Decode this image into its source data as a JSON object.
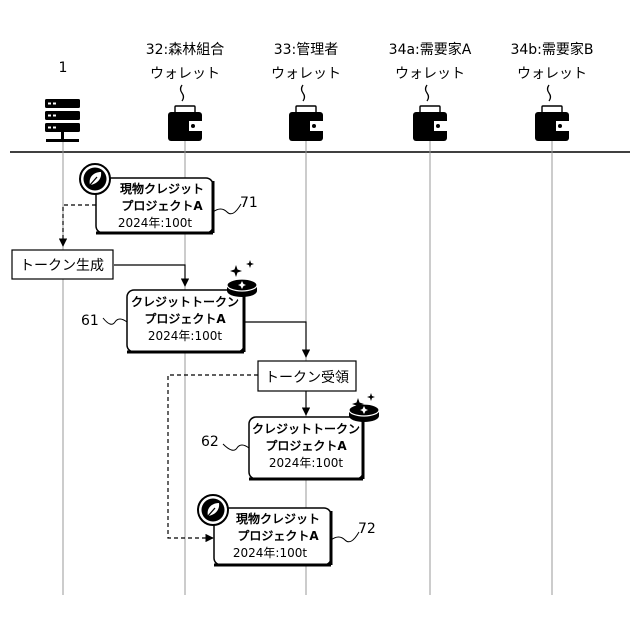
{
  "lanes": [
    {
      "id": "1",
      "name": "",
      "icon": "server-icon"
    },
    {
      "id": "32",
      "name": "32:森林組合",
      "sub": "ウォレット",
      "icon": "wallet-icon"
    },
    {
      "id": "33",
      "name": "33:管理者",
      "sub": "ウォレット",
      "icon": "wallet-icon"
    },
    {
      "id": "34a",
      "name": "34a:需要家A",
      "sub": "ウォレット",
      "icon": "wallet-icon"
    },
    {
      "id": "34b",
      "name": "34b:需要家B",
      "sub": "ウォレット",
      "icon": "wallet-icon"
    }
  ],
  "server_label": "1",
  "cards": {
    "c71": {
      "line1": "現物クレジット",
      "line2": "プロジェクトA",
      "line3": "2024年:100t",
      "ref": "71",
      "icon": "leaf-icon"
    },
    "c61": {
      "line1": "クレジットトークン",
      "line2": "プロジェクトA",
      "line3": "2024年:100t",
      "ref": "61",
      "icon": "coin-icon"
    },
    "c62": {
      "line1": "クレジットトークン",
      "line2": "プロジェクトA",
      "line3": "2024年:100t",
      "ref": "62",
      "icon": "coin-icon"
    },
    "c72": {
      "line1": "現物クレジット",
      "line2": "プロジェクトA",
      "line3": "2024年:100t",
      "ref": "72",
      "icon": "leaf-icon"
    }
  },
  "processes": {
    "generate": "トークン生成",
    "receive": "トークン受領"
  }
}
